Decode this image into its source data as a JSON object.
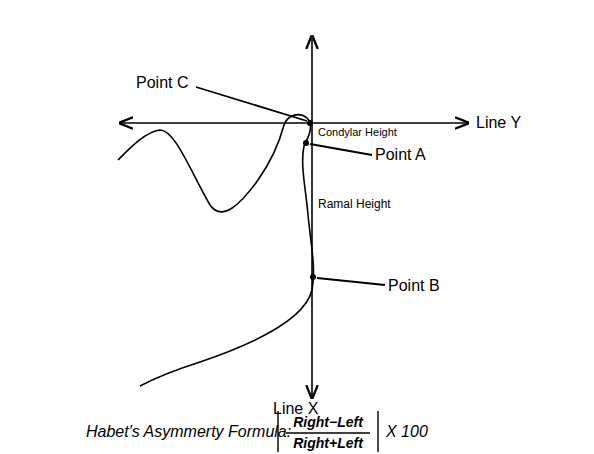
{
  "diagram": {
    "labels": [
      "Point C",
      "Condylar Height",
      "Point A",
      "Line Y",
      "Ramal Height",
      "Point B",
      "Line X",
      "Habet's Asymmerty Formula:",
      "Right−Left",
      "Right+Left",
      "X 100"
    ]
  }
}
